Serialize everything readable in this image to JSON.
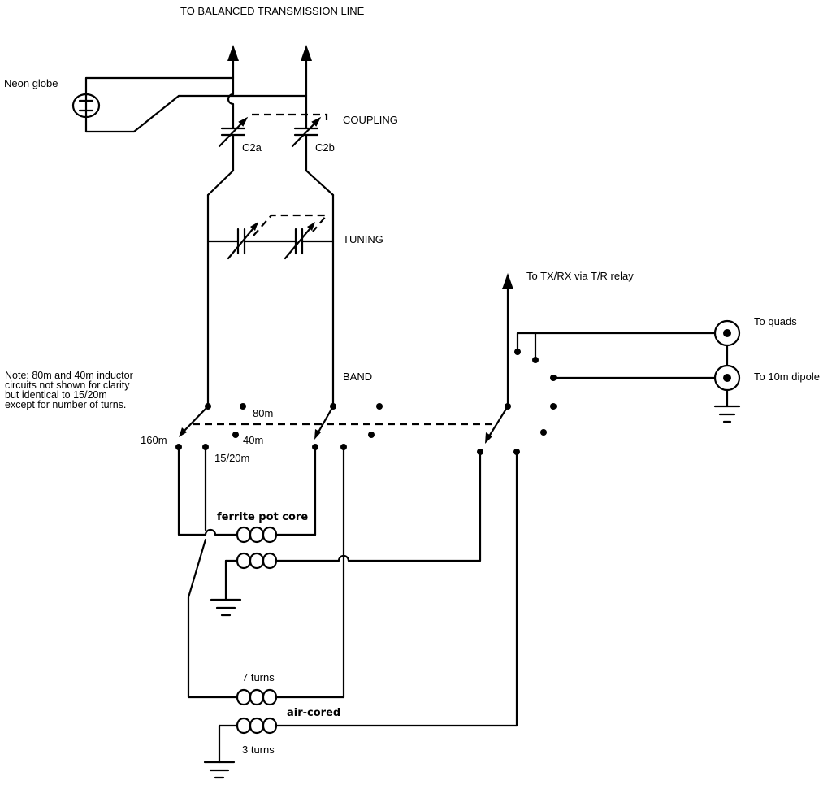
{
  "labels": {
    "title": "TO BALANCED TRANSMISSION LINE",
    "neon": "Neon globe",
    "coupling": "COUPLING",
    "c2a": "C2a",
    "c2b": "C2b",
    "tuning": "TUNING",
    "band": "BAND",
    "txrx": "To TX/RX via T/R relay",
    "quads": "To quads",
    "dipole": "To 10m dipole",
    "pos_80m": "80m",
    "pos_160m": "160m",
    "pos_40m": "40m",
    "pos_1520m": "15/20m",
    "ferrite": "ferrite pot core",
    "turns7": "7 turns",
    "aircored": "air-cored",
    "turns3": "3 turns"
  },
  "note": [
    "Note: 80m and 40m inductor",
    "circuits not shown for clarity",
    "but identical to 15/20m",
    "except for number of turns."
  ]
}
